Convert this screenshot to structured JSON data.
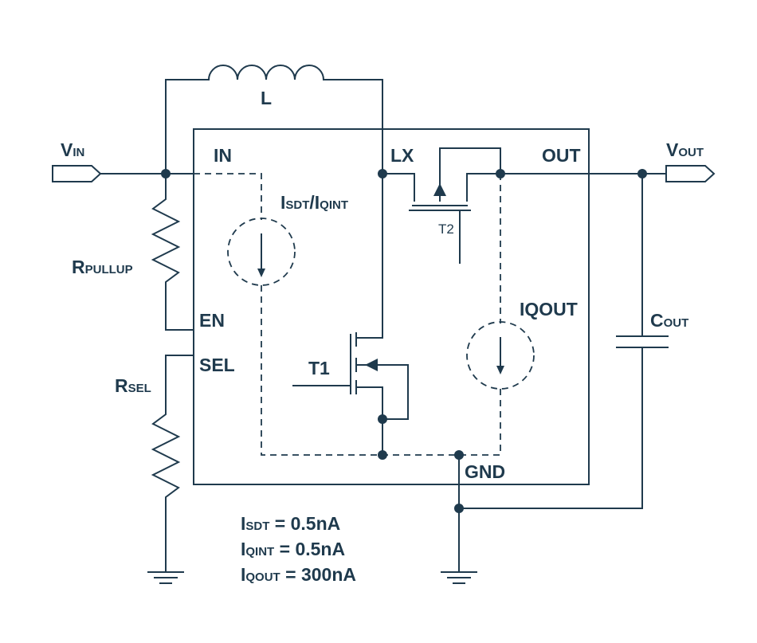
{
  "labels": {
    "inductor": "L",
    "vin_main": "V",
    "vin_sub": "IN",
    "vout_main": "V",
    "vout_sub": "OUT",
    "pin_in": "IN",
    "pin_lx": "LX",
    "pin_out": "OUT",
    "pin_en": "EN",
    "pin_sel": "SEL",
    "pin_gnd": "GND",
    "rpullup_main": "R",
    "rpullup_sub": "PULLUP",
    "rsel_main": "R",
    "rsel_sub": "SEL",
    "cout_main": "C",
    "cout_sub": "OUT",
    "t1": "T1",
    "t2": "T2",
    "isdt_main1": "I",
    "isdt_sub1": "SDT",
    "isdt_sep": "/I",
    "isdt_sub2": "QINT",
    "iqout": "IQOUT"
  },
  "equations": [
    {
      "main": "I",
      "sub": "SDT",
      "rest": " = 0.5nA"
    },
    {
      "main": "I",
      "sub": "QINT",
      "rest": " = 0.5nA"
    },
    {
      "main": "I",
      "sub": "QOUT",
      "rest": " = 300nA"
    }
  ],
  "colors": {
    "ink": "#1f3a4d",
    "background": "#ffffff"
  }
}
